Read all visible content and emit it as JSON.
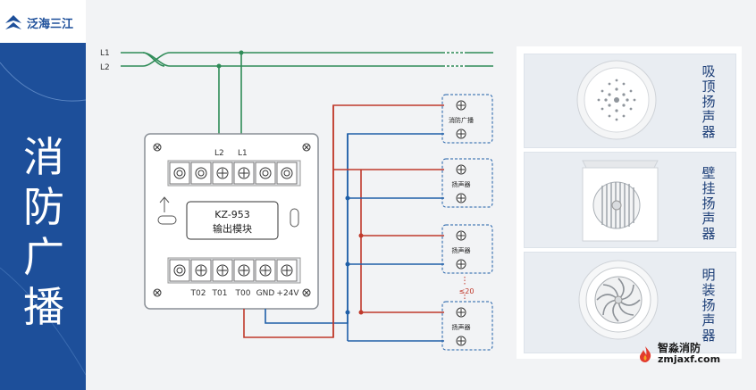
{
  "brand": {
    "logo_text": "泛海三江"
  },
  "sidebar": {
    "title_chars": [
      "消",
      "防",
      "广",
      "播"
    ]
  },
  "bus": {
    "l1": "L1",
    "l2": "L2"
  },
  "module": {
    "model": "KZ-953",
    "name": "输出模块",
    "top_terminals": [
      "L2",
      "L1"
    ],
    "bottom_terminals": [
      "T02",
      "T01",
      "T00",
      "GND",
      "+24V"
    ]
  },
  "speakers": [
    {
      "label": "消防广播"
    },
    {
      "label": "扬声器"
    },
    {
      "label": "扬声器"
    },
    {
      "label": "扬声器"
    }
  ],
  "limit_note": "≤20",
  "photos": [
    {
      "label": "吸顶扬声器"
    },
    {
      "label": "壁挂扬声器"
    },
    {
      "label": "明装扬声器"
    }
  ],
  "watermark": {
    "name": "智淼消防",
    "url": "zmjaxf.com"
  },
  "colors": {
    "wire_green": "#2e8b57",
    "wire_red": "#c0392b",
    "wire_blue": "#1f5fa8",
    "brand_blue": "#1d4f9a"
  }
}
